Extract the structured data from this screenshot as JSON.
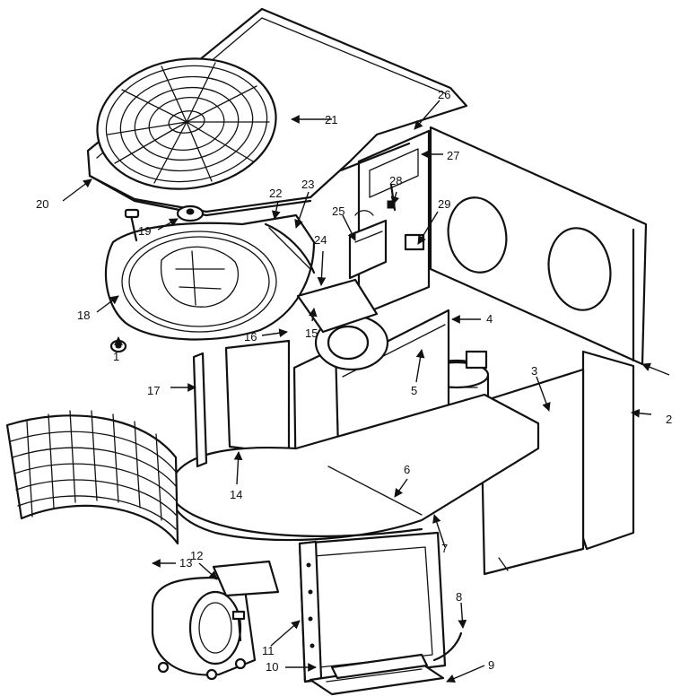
{
  "diagram": {
    "type": "exploded-parts-diagram",
    "callouts": [
      {
        "id": "c1",
        "text": "1"
      },
      {
        "id": "c2",
        "text": "2"
      },
      {
        "id": "c3",
        "text": "3"
      },
      {
        "id": "c4",
        "text": "4"
      },
      {
        "id": "c5",
        "text": "5"
      },
      {
        "id": "c6",
        "text": "6"
      },
      {
        "id": "c7",
        "text": "7"
      },
      {
        "id": "c8",
        "text": "8"
      },
      {
        "id": "c9",
        "text": "9"
      },
      {
        "id": "c10",
        "text": "10"
      },
      {
        "id": "c11",
        "text": "11"
      },
      {
        "id": "c12",
        "text": "12"
      },
      {
        "id": "c13",
        "text": "13"
      },
      {
        "id": "c14",
        "text": "14"
      },
      {
        "id": "c15",
        "text": "15"
      },
      {
        "id": "c16",
        "text": "16"
      },
      {
        "id": "c17",
        "text": "17"
      },
      {
        "id": "c18",
        "text": "18"
      },
      {
        "id": "c19",
        "text": "19"
      },
      {
        "id": "c20",
        "text": "20"
      },
      {
        "id": "c21",
        "text": "21"
      },
      {
        "id": "c22",
        "text": "22"
      },
      {
        "id": "c23",
        "text": "23"
      },
      {
        "id": "c24",
        "text": "24"
      },
      {
        "id": "c25",
        "text": "25"
      },
      {
        "id": "c26",
        "text": "26"
      },
      {
        "id": "c27",
        "text": "27"
      },
      {
        "id": "c28",
        "text": "28"
      },
      {
        "id": "c29",
        "text": "29"
      }
    ]
  }
}
